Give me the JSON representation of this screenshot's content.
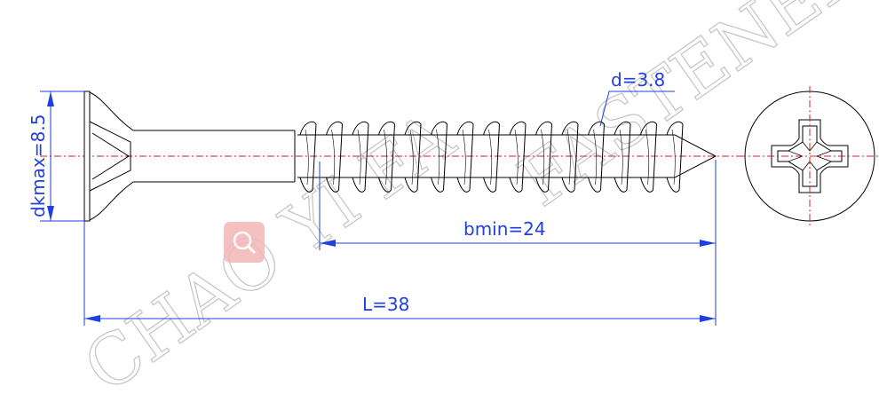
{
  "colors": {
    "outline": "#000000",
    "dimension": "#1f3fe0",
    "centerline": "#e31b1b",
    "watermark": "#c8c8c8",
    "zoom_button": "#f3b6b6"
  },
  "dimensions": {
    "head_diameter": "dkmax=8.5",
    "thread_diameter": "d=3.8",
    "thread_length": "bmin=24",
    "total_length": "L=38"
  },
  "watermark": {
    "line1": "CHAO YI FA",
    "line2": "FASTENER"
  },
  "icons": {
    "zoom": "magnifier-icon"
  }
}
